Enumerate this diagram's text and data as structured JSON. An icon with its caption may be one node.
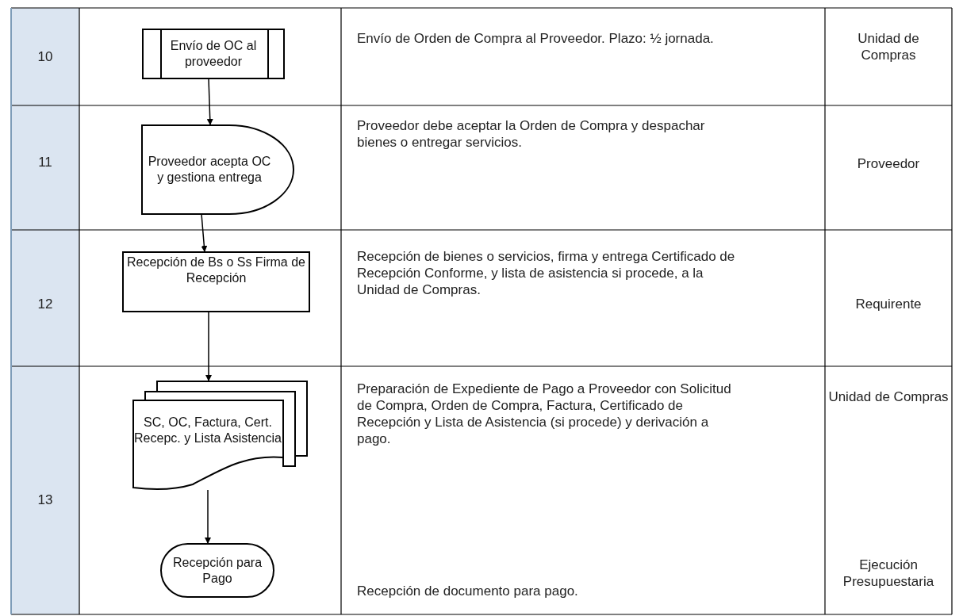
{
  "diagram": {
    "nodes": [
      {
        "text": [
          "Envío de OC al proveedor"
        ]
      },
      {
        "text": [
          "Proveedor acepta OC y gestiona entrega"
        ]
      },
      {
        "text": [
          "Recepción de Bs o Ss Firma de Recepción"
        ]
      },
      {
        "text": [
          "SC, OC, Factura, Cert. Recepc. y Lista Asistencia"
        ]
      },
      {
        "text": [
          "Recepción para Pago"
        ]
      }
    ],
    "edges": [
      {
        "from": 0,
        "to": 1,
        "arrow": "to"
      },
      {
        "from": 1,
        "to": 2,
        "arrow": "to"
      },
      {
        "from": 2,
        "to": 3,
        "arrow": "to"
      },
      {
        "from": 3,
        "to": 4,
        "arrow": "to"
      }
    ],
    "labels": [
      "10",
      "Envío de Orden de Compra al Proveedor. Plazo: ½ jornada.",
      "Unidad de Compras",
      "11",
      "Proveedor debe aceptar la Orden de Compra y despachar bienes o entregar servicios.",
      "Proveedor",
      "12",
      "Recepción de bienes o servicios, firma y entrega Certificado de Recepción Conforme, y lista de asistencia si procede, a la Unidad de Compras.",
      "Requirente",
      "13",
      "Preparación de Expediente de Pago a Proveedor con Solicitud de Compra, Orden de Compra, Factura, Certificado de Recepción y Lista de Asistencia (si procede) y derivación a pago.",
      "Unidad de Compras",
      "Recepción de documento para pago.",
      "Ejecución Presupuestaria"
    ]
  }
}
